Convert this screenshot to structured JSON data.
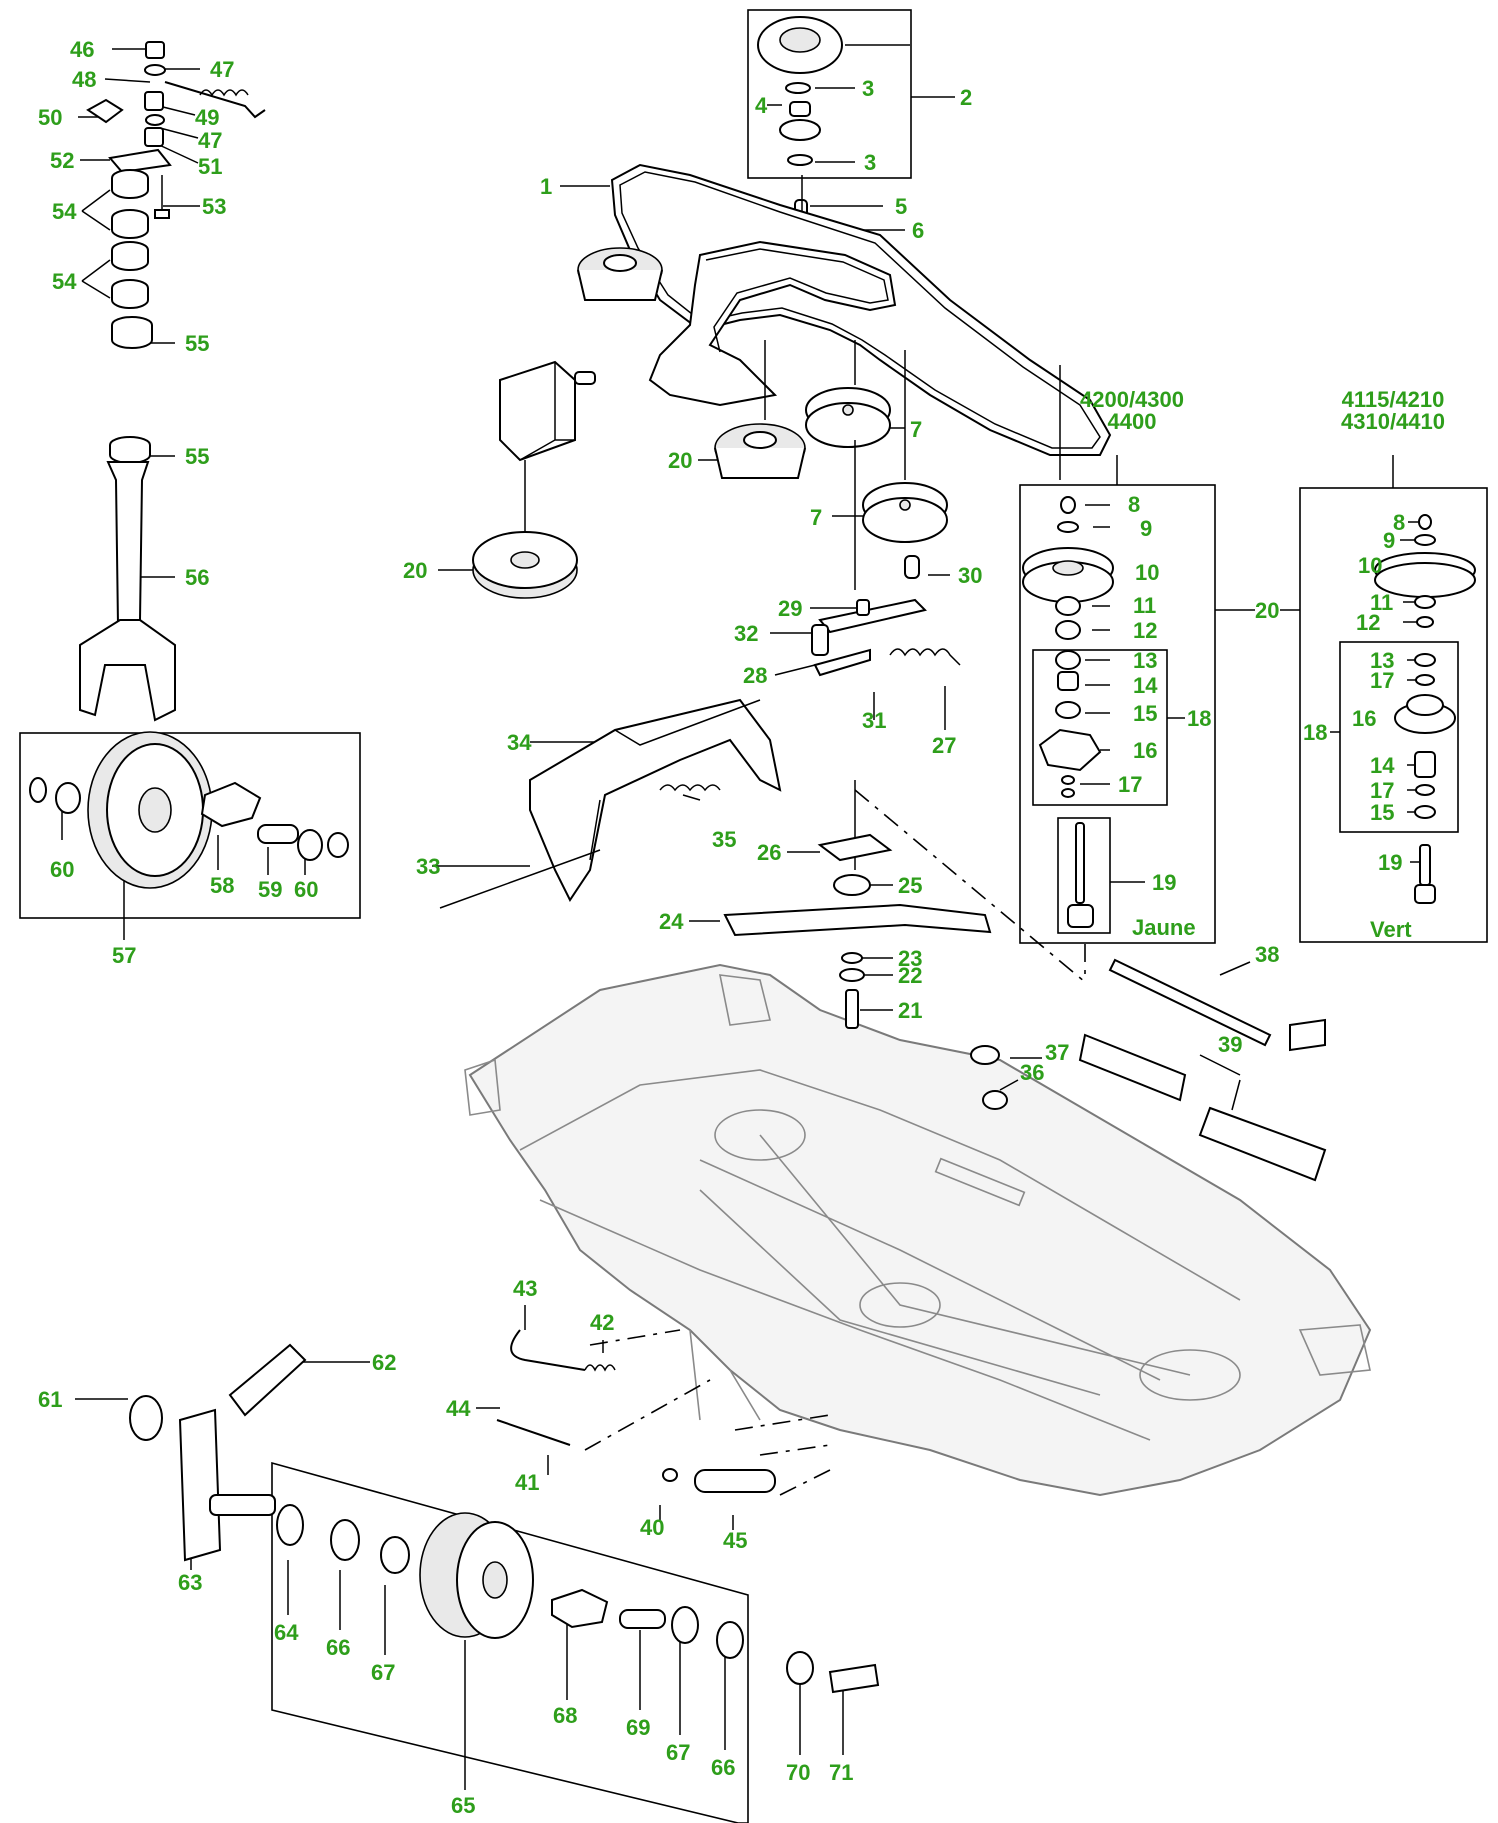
{
  "callouts": [
    {
      "id": "46",
      "text": "46"
    },
    {
      "id": "47a",
      "text": "47"
    },
    {
      "id": "48",
      "text": "48"
    },
    {
      "id": "49",
      "text": "49"
    },
    {
      "id": "50",
      "text": "50"
    },
    {
      "id": "47b",
      "text": "47"
    },
    {
      "id": "52",
      "text": "52"
    },
    {
      "id": "51",
      "text": "51"
    },
    {
      "id": "54a",
      "text": "54"
    },
    {
      "id": "53",
      "text": "53"
    },
    {
      "id": "54b",
      "text": "54"
    },
    {
      "id": "55a",
      "text": "55"
    },
    {
      "id": "55b",
      "text": "55"
    },
    {
      "id": "56",
      "text": "56"
    },
    {
      "id": "60a",
      "text": "60"
    },
    {
      "id": "58",
      "text": "58"
    },
    {
      "id": "59",
      "text": "59"
    },
    {
      "id": "60b",
      "text": "60"
    },
    {
      "id": "57",
      "text": "57"
    },
    {
      "id": "2",
      "text": "2"
    },
    {
      "id": "3a",
      "text": "3"
    },
    {
      "id": "4",
      "text": "4"
    },
    {
      "id": "3b",
      "text": "3"
    },
    {
      "id": "1",
      "text": "1"
    },
    {
      "id": "5",
      "text": "5"
    },
    {
      "id": "6",
      "text": "6"
    },
    {
      "id": "7a",
      "text": "7"
    },
    {
      "id": "20a",
      "text": "20"
    },
    {
      "id": "7b",
      "text": "7"
    },
    {
      "id": "20b",
      "text": "20"
    },
    {
      "id": "30",
      "text": "30"
    },
    {
      "id": "29",
      "text": "29"
    },
    {
      "id": "32",
      "text": "32"
    },
    {
      "id": "28",
      "text": "28"
    },
    {
      "id": "31",
      "text": "31"
    },
    {
      "id": "27",
      "text": "27"
    },
    {
      "id": "34",
      "text": "34"
    },
    {
      "id": "35",
      "text": "35"
    },
    {
      "id": "33",
      "text": "33"
    },
    {
      "id": "26",
      "text": "26"
    },
    {
      "id": "25",
      "text": "25"
    },
    {
      "id": "24",
      "text": "24"
    },
    {
      "id": "23",
      "text": "23"
    },
    {
      "id": "22",
      "text": "22"
    },
    {
      "id": "21",
      "text": "21"
    },
    {
      "id": "8a",
      "text": "8"
    },
    {
      "id": "9a",
      "text": "9"
    },
    {
      "id": "10a",
      "text": "10"
    },
    {
      "id": "11a",
      "text": "11"
    },
    {
      "id": "12a",
      "text": "12"
    },
    {
      "id": "13a",
      "text": "13"
    },
    {
      "id": "14a",
      "text": "14"
    },
    {
      "id": "15a",
      "text": "15"
    },
    {
      "id": "18a",
      "text": "18"
    },
    {
      "id": "16a",
      "text": "16"
    },
    {
      "id": "17a",
      "text": "17"
    },
    {
      "id": "19a",
      "text": "19"
    },
    {
      "id": "20c",
      "text": "20"
    },
    {
      "id": "8b",
      "text": "8"
    },
    {
      "id": "9b",
      "text": "9"
    },
    {
      "id": "10b",
      "text": "10"
    },
    {
      "id": "11b",
      "text": "11"
    },
    {
      "id": "12b",
      "text": "12"
    },
    {
      "id": "13b",
      "text": "13"
    },
    {
      "id": "17b",
      "text": "17"
    },
    {
      "id": "18b",
      "text": "18"
    },
    {
      "id": "16b",
      "text": "16"
    },
    {
      "id": "14b",
      "text": "14"
    },
    {
      "id": "17c",
      "text": "17"
    },
    {
      "id": "15b",
      "text": "15"
    },
    {
      "id": "19b",
      "text": "19"
    },
    {
      "id": "38",
      "text": "38"
    },
    {
      "id": "37",
      "text": "37"
    },
    {
      "id": "39",
      "text": "39"
    },
    {
      "id": "36",
      "text": "36"
    },
    {
      "id": "43",
      "text": "43"
    },
    {
      "id": "42",
      "text": "42"
    },
    {
      "id": "62",
      "text": "62"
    },
    {
      "id": "61",
      "text": "61"
    },
    {
      "id": "44",
      "text": "44"
    },
    {
      "id": "41",
      "text": "41"
    },
    {
      "id": "40",
      "text": "40"
    },
    {
      "id": "45",
      "text": "45"
    },
    {
      "id": "63",
      "text": "63"
    },
    {
      "id": "64",
      "text": "64"
    },
    {
      "id": "66a",
      "text": "66"
    },
    {
      "id": "67a",
      "text": "67"
    },
    {
      "id": "65",
      "text": "65"
    },
    {
      "id": "68",
      "text": "68"
    },
    {
      "id": "69",
      "text": "69"
    },
    {
      "id": "67b",
      "text": "67"
    },
    {
      "id": "66b",
      "text": "66"
    },
    {
      "id": "70",
      "text": "70"
    },
    {
      "id": "71",
      "text": "71"
    }
  ],
  "model_groups": {
    "yellow": {
      "models_line1": "4200/4300",
      "models_line2": "4400",
      "color_name": "Jaune"
    },
    "green": {
      "models_line1": "4115/4210",
      "models_line2": "4310/4410",
      "color_name": "Vert"
    }
  },
  "colors": {
    "label": "#2e9e1b",
    "line": "#000000",
    "deck": "#7a7a7a"
  }
}
